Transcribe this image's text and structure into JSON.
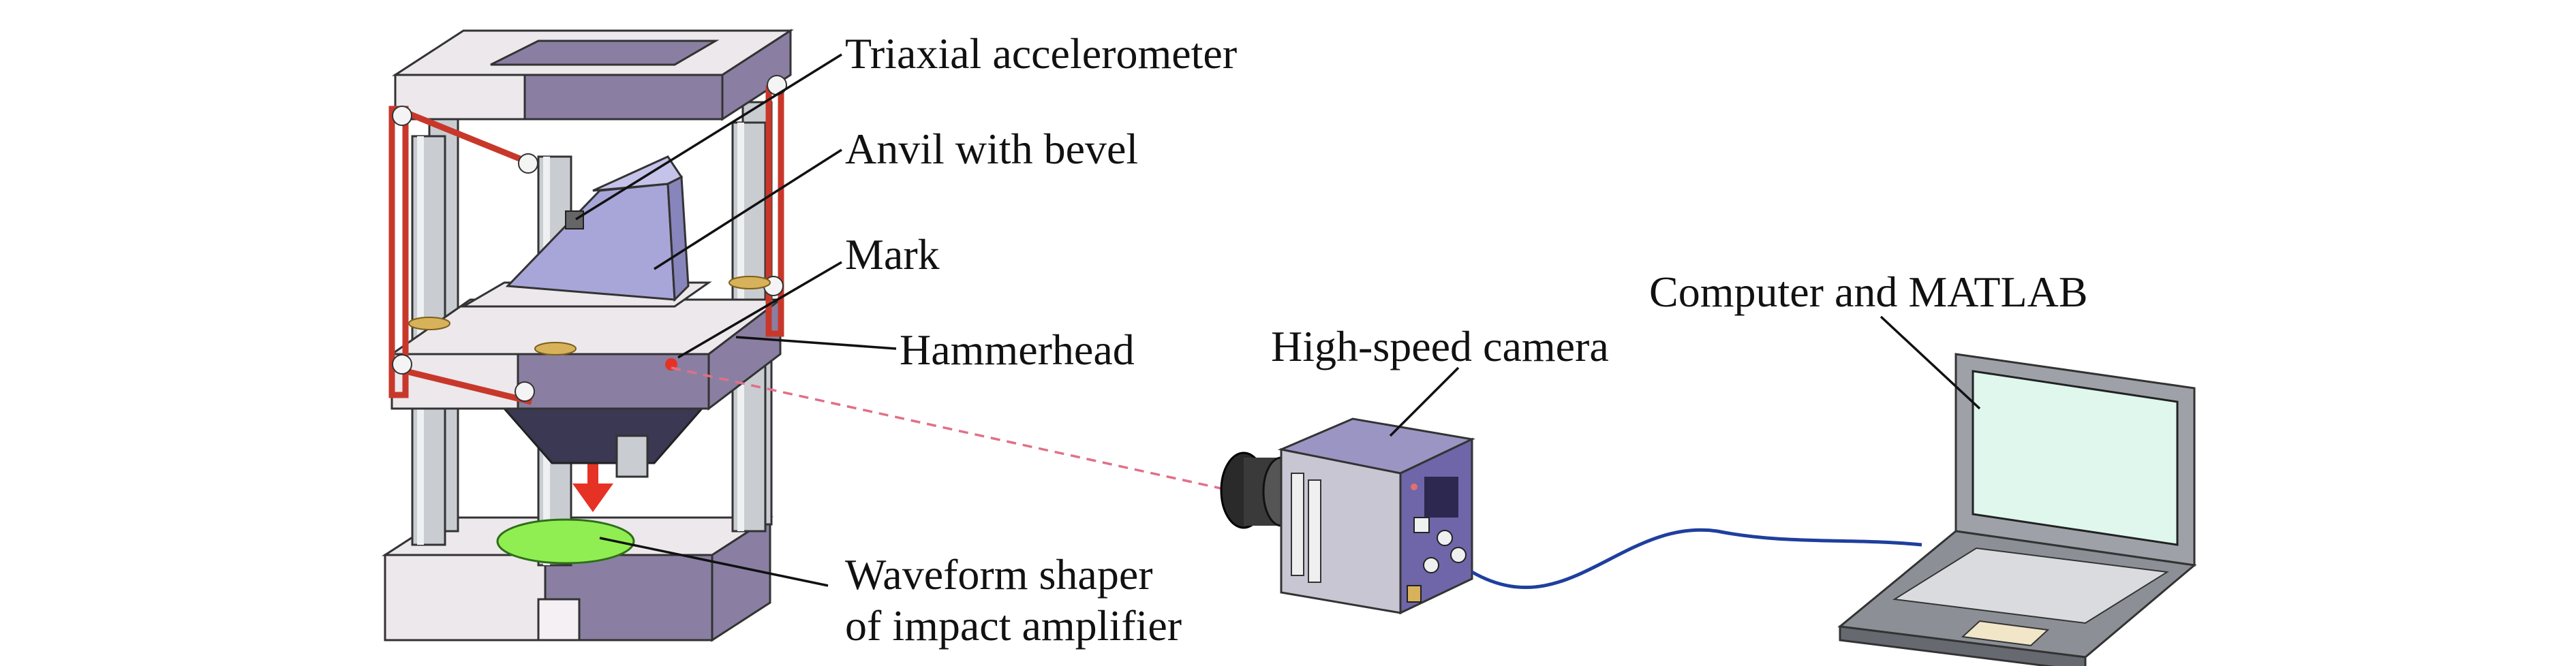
{
  "labels": {
    "triaxial_accelerometer": "Triaxial accelerometer",
    "anvil_with_bevel": "Anvil with bevel",
    "mark": "Mark",
    "hammerhead": "Hammerhead",
    "waveform_shaper_line1": "Waveform shaper",
    "waveform_shaper_line2": "of impact amplifier",
    "high_speed_camera": "High-speed camera",
    "computer_and_matlab": "Computer and MATLAB"
  },
  "colors": {
    "frame_top": "#ece8ec",
    "frame_side": "#8a7fa2",
    "column": "#c9cdd2",
    "guard_red": "#c8382a",
    "anvil": "#a8a6d8",
    "shaper_green": "#90ee52",
    "arrow_red": "#e53225",
    "camera_body": "#6e66a8",
    "cable_blue": "#1f3f9e",
    "sight_line": "#e07088",
    "laptop_screen": "#dff7ec",
    "laptop_body": "#8c9096"
  },
  "icons": {
    "drop_arrow": "down-arrow-icon",
    "mark_dot": "target-dot-icon"
  }
}
